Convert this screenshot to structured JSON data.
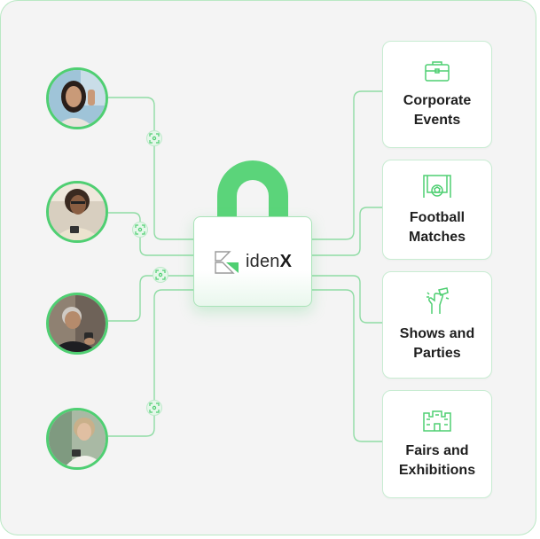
{
  "brand": {
    "name_main": "iden",
    "name_accent": "X"
  },
  "colors": {
    "accent": "#5bd47a",
    "line": "#8fdca4",
    "panel": "#f4f4f4",
    "card_border": "#c8ecd2"
  },
  "people": [
    {
      "id": "person-1",
      "description": "woman-selfie"
    },
    {
      "id": "person-2",
      "description": "woman-phone"
    },
    {
      "id": "person-3",
      "description": "man-phone"
    },
    {
      "id": "person-4",
      "description": "woman-phone-outdoor"
    }
  ],
  "faceid_icons": [
    "face-scan-icon",
    "face-scan-icon",
    "face-scan-icon",
    "face-scan-icon"
  ],
  "categories": [
    {
      "label": "Corporate\nEvents",
      "icon": "briefcase-icon"
    },
    {
      "label": "Football\nMatches",
      "icon": "football-goal-icon"
    },
    {
      "label": "Shows and\nParties",
      "icon": "party-hand-icon"
    },
    {
      "label": "Fairs and\nExhibitions",
      "icon": "exhibition-building-icon"
    }
  ]
}
